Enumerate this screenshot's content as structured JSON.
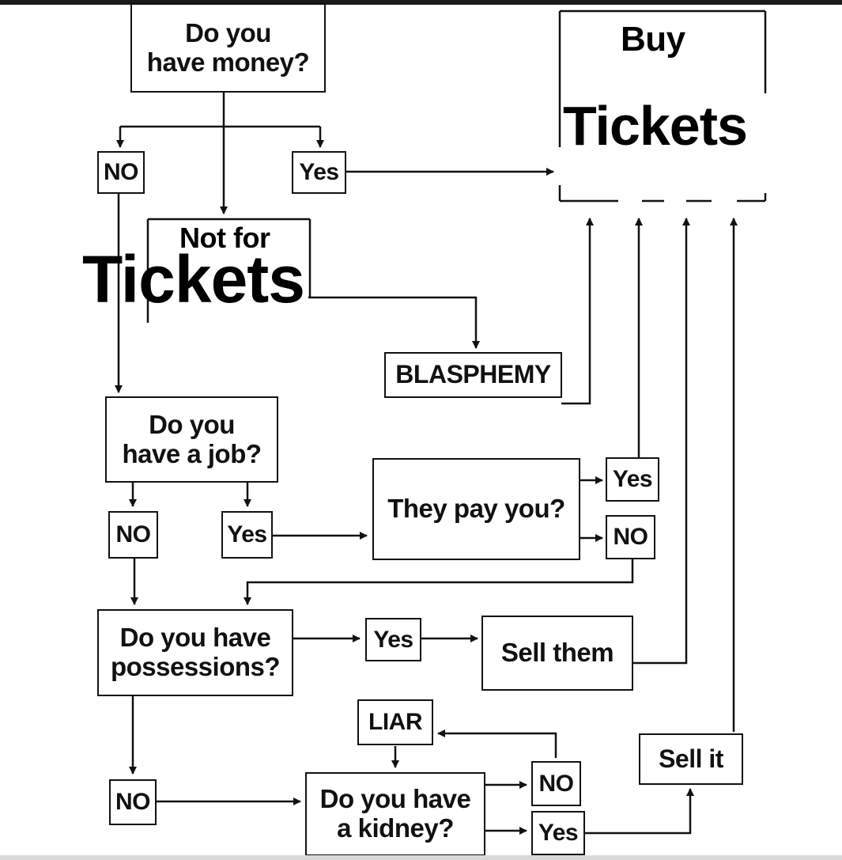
{
  "nodes": {
    "have_money": "Do you\nhave money?",
    "buy": "Buy",
    "buy_tickets": "Tickets",
    "money_no": "NO",
    "money_yes": "Yes",
    "not_for": "Not for",
    "not_for_tickets": "Tickets",
    "blasphemy": "BLASPHEMY",
    "have_job": "Do you\nhave a job?",
    "job_no": "NO",
    "job_yes": "Yes",
    "pay_you": "They pay you?",
    "pay_yes": "Yes",
    "pay_no": "NO",
    "have_possessions": "Do you have\npossessions?",
    "possessions_yes": "Yes",
    "sell_them": "Sell them",
    "liar": "LIAR",
    "possessions_no": "NO",
    "have_kidney": "Do you have\na kidney?",
    "kidney_no": "NO",
    "kidney_yes": "Yes",
    "sell_it": "Sell it"
  },
  "colors": {
    "ink": "#111111",
    "background": "#ffffff"
  }
}
